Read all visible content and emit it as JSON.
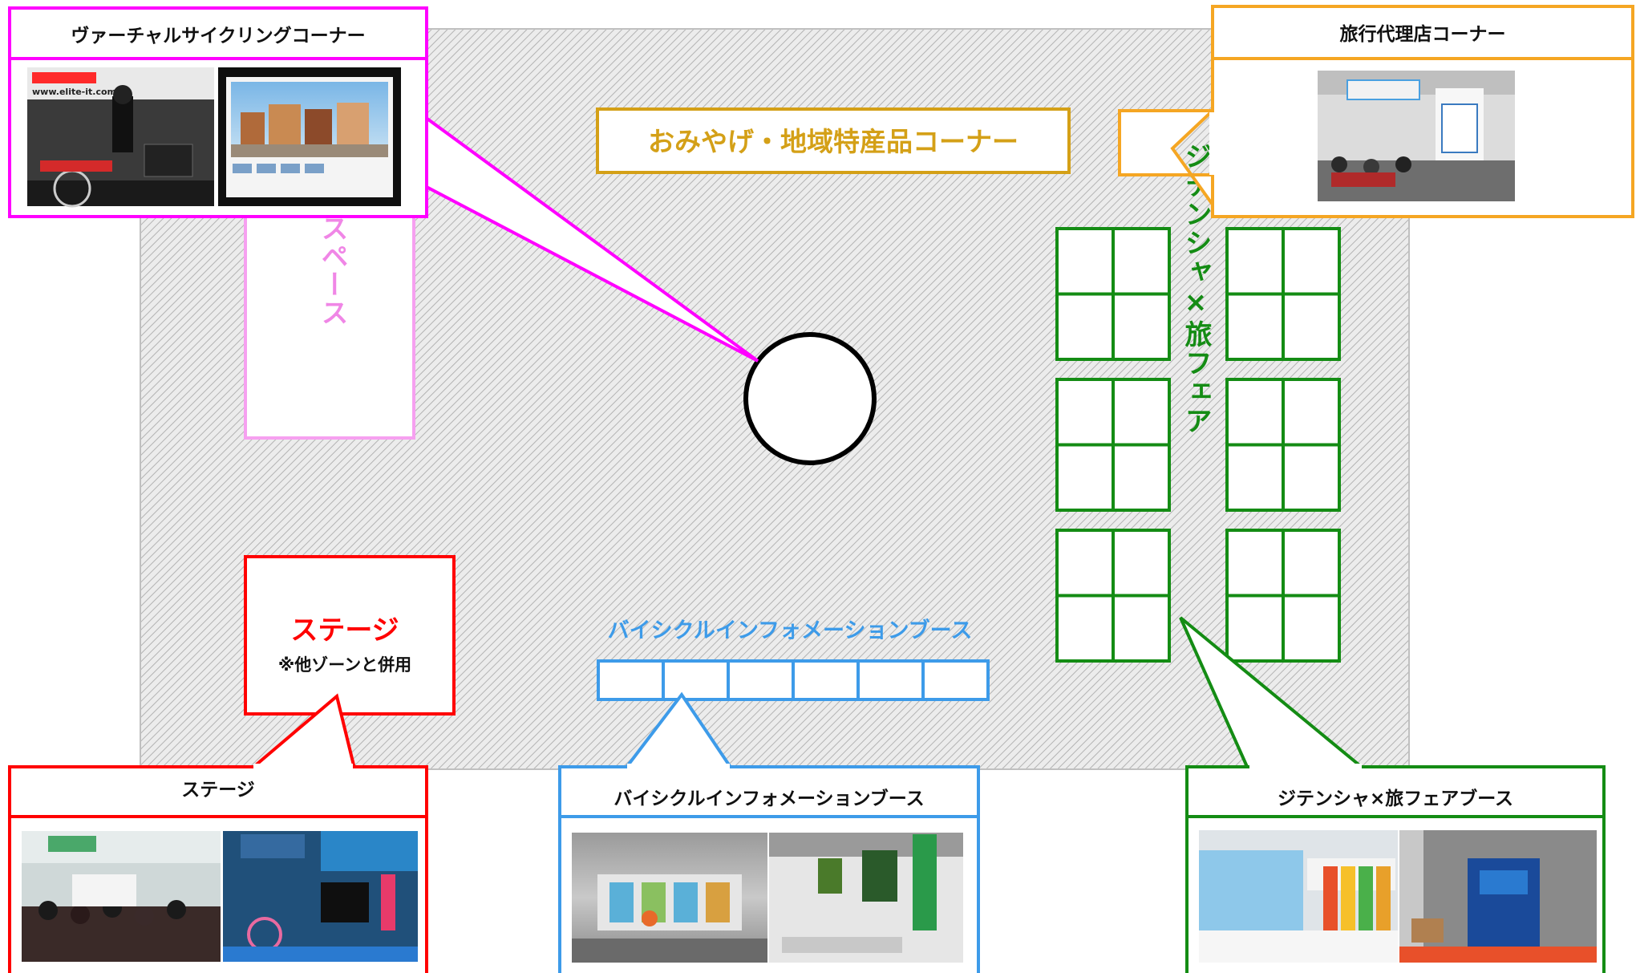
{
  "colors": {
    "virtual": "#ff00ff",
    "rest": "#f6a0f0",
    "souvenir": "#d4a017",
    "travel_agency": "#f5a623",
    "stage": "#ff0000",
    "bicycle_info": "#3d9be9",
    "fair": "#148c14",
    "hall_fill": "#e8e8e8",
    "hall_hatch": "#b8b8b8"
  },
  "hall": {
    "description_label": ""
  },
  "corners": {
    "virtual_cycling": {
      "title": "ヴァーチャルサイクリングコーナー",
      "photo1_text": "www.elite-it.com"
    },
    "travel_agency": {
      "title": "旅行代理店コーナー"
    },
    "souvenir": {
      "label": "おみやげ・地域特産品コーナー"
    },
    "rest_space": {
      "label": "休憩スペース"
    },
    "stage_zone": {
      "label": "ステージ",
      "note": "※他ゾーンと併用"
    },
    "bicycle_info_zone": {
      "label": "バイシクルインフォメーションブース",
      "booth_count": 6
    },
    "fair_zone": {
      "label": "ジテンシャ×旅フェア"
    }
  },
  "callouts": {
    "stage": {
      "title": "ステージ"
    },
    "bicycle_info": {
      "title": "バイシクルインフォメーションブース"
    },
    "fair": {
      "title": "ジテンシャ×旅フェアブース"
    }
  }
}
